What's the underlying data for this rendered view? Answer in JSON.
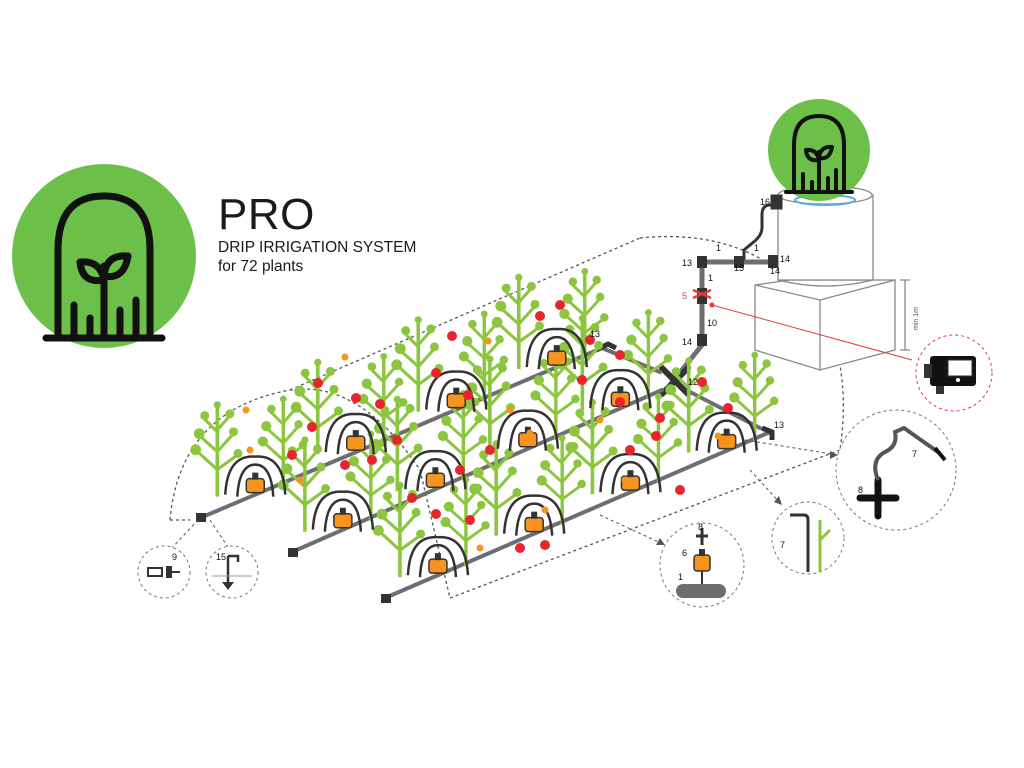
{
  "header": {
    "title": "PRO",
    "subtitle_line1": "DRIP IRRIGATION SYSTEM",
    "subtitle_line2": "for 72 plants"
  },
  "logo": {
    "icon": "greenhouse-sprout-icon",
    "fill_color": "#6cc04a",
    "stroke_color": "#111111"
  },
  "tank": {
    "height_label": "min 1m"
  },
  "part_numbers": {
    "p1": "1",
    "p5": "5",
    "p6": "6",
    "p7": "7",
    "p8": "8",
    "p9": "9",
    "p10": "10",
    "p12": "12",
    "p13": "13",
    "p14": "14",
    "p15": "15",
    "p16": "16"
  },
  "colors": {
    "plant_green": "#8cc63f",
    "tomato_red": "#e8242c",
    "tomato_orange": "#f7941d",
    "hose_gray": "#6d6e71",
    "accent_red": "#e23b3b"
  }
}
